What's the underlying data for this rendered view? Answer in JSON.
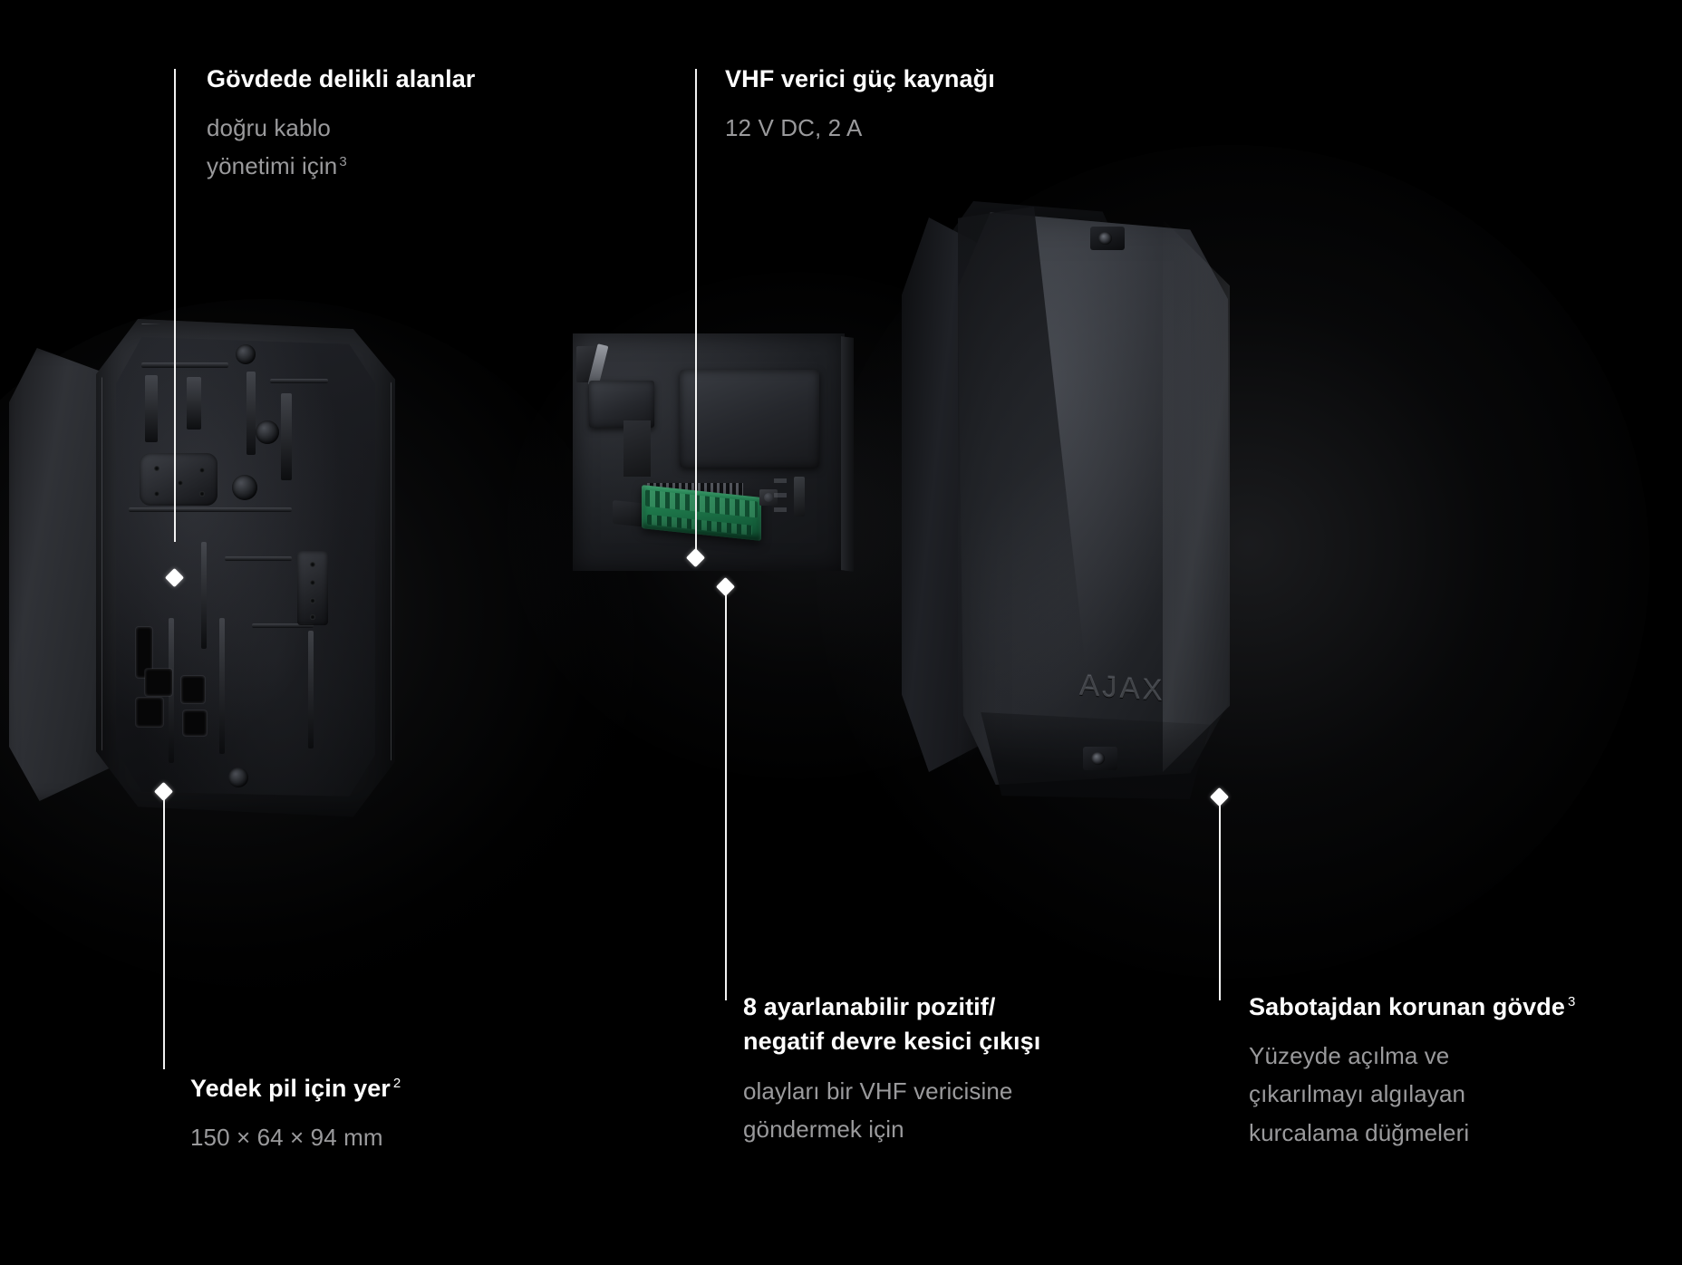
{
  "page": {
    "background_color": "#000000",
    "title_color": "#ffffff",
    "subtitle_color": "#9a9a9c",
    "accent_color": "#1f7a4c"
  },
  "callouts": [
    {
      "id": "perforated-areas",
      "title": "Gövdede delikli alanlar",
      "title_sup": "",
      "subtitle": "doğru kablo\nyönetimi için",
      "subtitle_sup": "3"
    },
    {
      "id": "vhf-power-supply",
      "title": "VHF verici güç kaynağı",
      "title_sup": "",
      "subtitle": "12 V DC, 2 A",
      "subtitle_sup": ""
    },
    {
      "id": "backup-battery-slot",
      "title": "Yedek pil için yer",
      "title_sup": "2",
      "subtitle": "150 × 64 × 94 mm",
      "subtitle_sup": ""
    },
    {
      "id": "circuit-breaker-outputs",
      "title": "8 ayarlanabilir pozitif/\nnegatif devre kesici çıkışı",
      "title_sup": "",
      "subtitle": "olayları bir VHF vericisine\ngöndermek için",
      "subtitle_sup": ""
    },
    {
      "id": "tamper-protected-body",
      "title": "Sabotajdan korunan gövde",
      "title_sup": "3",
      "subtitle": "Yüzeyde açılma ve\nçıkarılmayı algılayan\nkurcalama düğmeleri",
      "subtitle_sup": ""
    }
  ],
  "devices": {
    "left": {
      "name": "open-enclosure-interior"
    },
    "center": {
      "name": "pcb-terminal-block"
    },
    "right": {
      "name": "closed-casing",
      "brand": "AJAX"
    }
  }
}
